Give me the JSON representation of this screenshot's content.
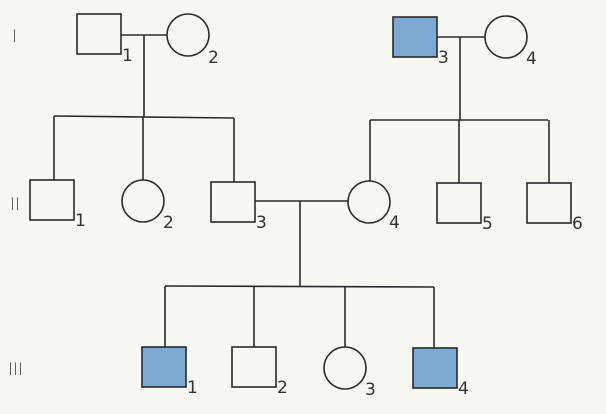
{
  "colors": {
    "background": "#f7f8f1",
    "line": "#2a2a2a",
    "affected_fill": "#7ea9d3",
    "unaffected_fill": "#f7f8f1"
  },
  "generations": [
    {
      "label": "I"
    },
    {
      "label": "II"
    },
    {
      "label": "III"
    }
  ],
  "individuals": {
    "I1": {
      "gen": "I",
      "num": "1",
      "sex": "male",
      "affected": false
    },
    "I2": {
      "gen": "I",
      "num": "2",
      "sex": "female",
      "affected": false
    },
    "I3": {
      "gen": "I",
      "num": "3",
      "sex": "male",
      "affected": true
    },
    "I4": {
      "gen": "I",
      "num": "4",
      "sex": "female",
      "affected": false
    },
    "II1": {
      "gen": "II",
      "num": "1",
      "sex": "male",
      "affected": false
    },
    "II2": {
      "gen": "II",
      "num": "2",
      "sex": "female",
      "affected": false
    },
    "II3": {
      "gen": "II",
      "num": "3",
      "sex": "male",
      "affected": false
    },
    "II4": {
      "gen": "II",
      "num": "4",
      "sex": "female",
      "affected": false
    },
    "II5": {
      "gen": "II",
      "num": "5",
      "sex": "male",
      "affected": false
    },
    "II6": {
      "gen": "II",
      "num": "6",
      "sex": "male",
      "affected": false
    },
    "III1": {
      "gen": "III",
      "num": "1",
      "sex": "male",
      "affected": true
    },
    "III2": {
      "gen": "III",
      "num": "2",
      "sex": "male",
      "affected": false
    },
    "III3": {
      "gen": "III",
      "num": "3",
      "sex": "female",
      "affected": false
    },
    "III4": {
      "gen": "III",
      "num": "4",
      "sex": "male",
      "affected": true
    }
  },
  "matings": [
    {
      "partners": [
        "I1",
        "I2"
      ],
      "children": [
        "II1",
        "II2",
        "II3"
      ]
    },
    {
      "partners": [
        "I3",
        "I4"
      ],
      "children": [
        "II4",
        "II5",
        "II6"
      ]
    },
    {
      "partners": [
        "II3",
        "II4"
      ],
      "children": [
        "III1",
        "III2",
        "III3",
        "III4"
      ]
    }
  ]
}
